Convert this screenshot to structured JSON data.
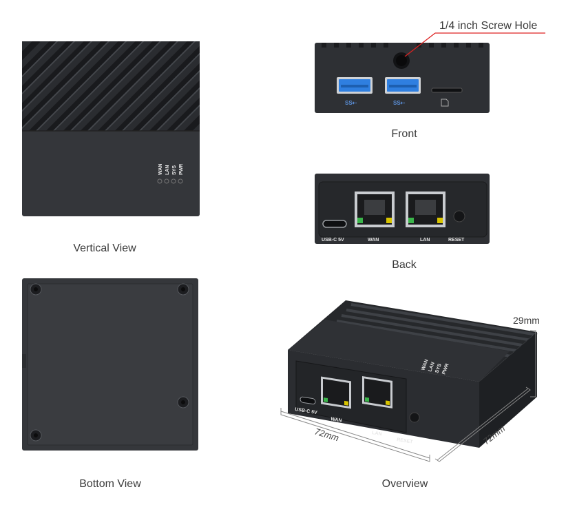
{
  "views": {
    "vertical_caption": "Vertical View",
    "front_caption": "Front",
    "back_caption": "Back",
    "bottom_caption": "Bottom View",
    "overview_caption": "Overview"
  },
  "annotations": {
    "screw_hole": "1/4 inch Screw Hole",
    "height": "29mm",
    "width": "72mm",
    "depth": "72mm"
  },
  "leds": [
    "WAN",
    "LAN",
    "SYS",
    "PWR"
  ],
  "front_ports": [
    "USB 3.0",
    "USB 3.0",
    "microSD"
  ],
  "back_labels": {
    "usbc": "USB-C 5V",
    "wan": "WAN",
    "lan": "LAN",
    "reset": "RESET"
  },
  "usb_symbol": "SS⇠",
  "colors": {
    "device_body": "#2f3135",
    "device_dark": "#1e2023",
    "usb_blue": "#2f7fe0",
    "rj45_metal": "#c9ccd0",
    "led_green": "#3ab54a",
    "led_yellow": "#d8c400"
  }
}
